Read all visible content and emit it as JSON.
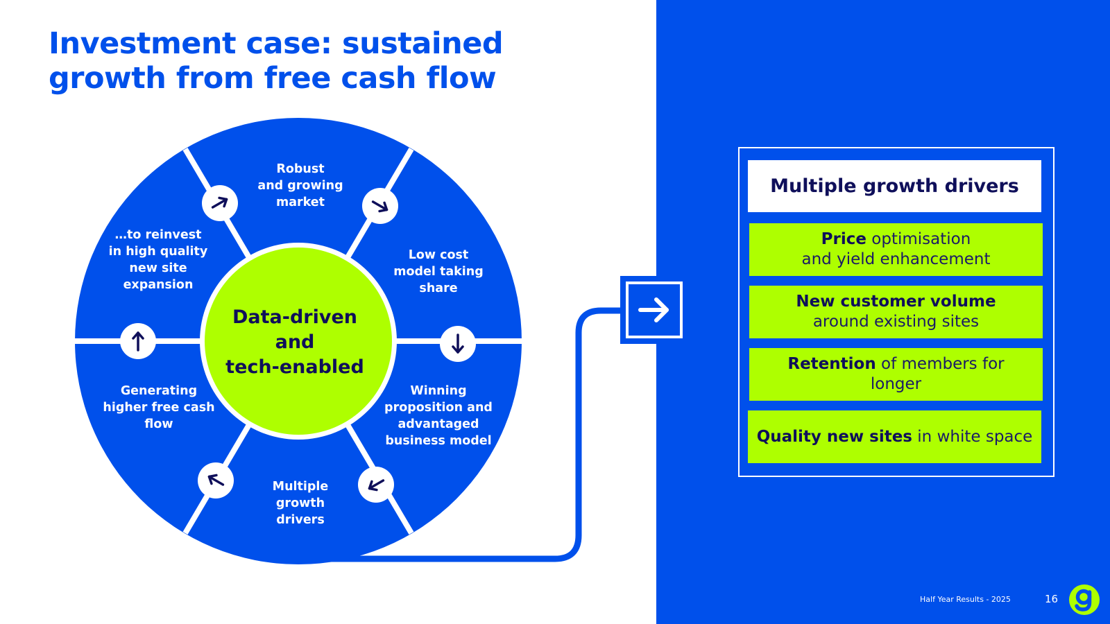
{
  "title": "Investment case: sustained growth from free cash flow",
  "wheel": {
    "center_lines": [
      "Data-driven",
      "and",
      "tech-enabled"
    ],
    "segments": [
      {
        "lines": [
          "Robust",
          "and growing",
          "market"
        ]
      },
      {
        "lines": [
          "Low cost",
          "model taking",
          "share"
        ]
      },
      {
        "lines": [
          "Winning",
          "proposition and",
          "advantaged",
          "business model"
        ]
      },
      {
        "lines": [
          "Multiple",
          "growth",
          "drivers"
        ]
      },
      {
        "lines": [
          "Generating",
          "higher free cash",
          "flow"
        ]
      },
      {
        "lines": [
          "…to reinvest",
          "in high quality",
          "new site",
          "expansion"
        ]
      }
    ]
  },
  "drivers": {
    "header": "Multiple growth drivers",
    "items": [
      {
        "strong": "Price",
        "rest": " optimisation",
        "line2": "and yield enhancement"
      },
      {
        "strong": "New customer volume",
        "rest": "",
        "line2": "around existing sites"
      },
      {
        "strong": "Retention",
        "rest": " of members for",
        "line2": "longer"
      },
      {
        "strong": "Quality new sites",
        "rest": " in white space",
        "line2": ""
      }
    ]
  },
  "footer": {
    "text": "Half Year Results - 2025",
    "page": "16"
  },
  "colors": {
    "blue": "#0050EB",
    "lime": "#AEFF00",
    "navy": "#0F0F5A"
  }
}
